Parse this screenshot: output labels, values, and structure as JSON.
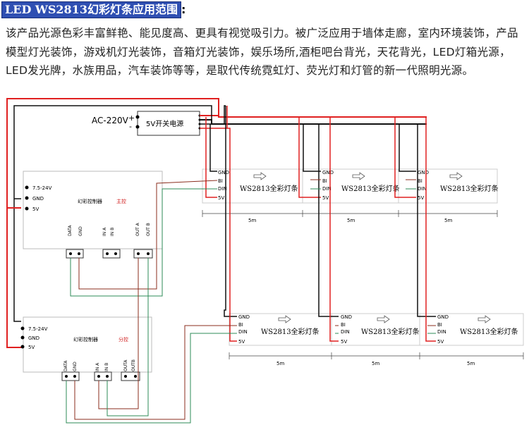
{
  "title": "LED WS2813幻彩灯条应用范围",
  "title_suffix": ":",
  "paragraph": "该产品光源色彩丰富鲜艳、能见度高、更具有视觉吸引力。被广泛应用于墙体走廊，室内环境装饰，产品模型灯光装饰，游戏机灯光装饰，音箱灯光装饰，娱乐场所,酒柜吧台背光，天花背光，LED灯箱光源，LED发光牌，水族用品，汽车装饰等等，是取代传统霓虹灯、荧光灯和灯管的新一代照明光源。",
  "diagram": {
    "ac_label": "AC-220V",
    "plus": "+",
    "minus": "-",
    "psu_label": "5V开关电源",
    "main_controller": {
      "pins_left": [
        "7.5-24V",
        "GND",
        "5V"
      ],
      "name": "幻彩控制器",
      "tag": "主控",
      "pins_bottom": [
        "DATA",
        "GND",
        "IN A",
        "IN B",
        "OUT A",
        "OUT B"
      ]
    },
    "sub_controller": {
      "pins_left": [
        "7.5-24V",
        "GND",
        "5V"
      ],
      "name": "幻彩控制器",
      "tag": "分控",
      "pins_bottom": [
        "DATA",
        "GND",
        "IN A",
        "IN B",
        "OUTA",
        "OUTB"
      ]
    },
    "strip_pins": [
      "GND",
      "BI",
      "DIN",
      "5V"
    ],
    "strip_label": "WS2813全彩灯条",
    "length_label": "5m",
    "colors": {
      "power_pos": "#e02020",
      "ground": "#111111",
      "data": "#2e8b57",
      "signal": "#8b2e1e",
      "title_bg": "#2f4fb2"
    }
  }
}
